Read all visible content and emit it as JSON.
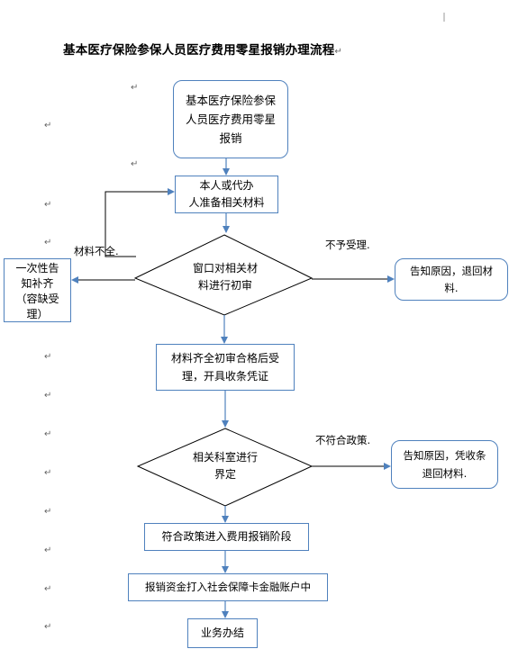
{
  "title": "基本医疗保险参保人员医疗费用零星报销办理流程",
  "para_mark": "↵",
  "nodes": {
    "start": "基本医疗保险参保\n人员医疗费用零星\n报销",
    "prepare": "本人或代办\n人准备相关材料",
    "window_review": "窗口对相关材\n料进行初审",
    "one_time_notice": "一次性告\n知补齐\n（容缺受\n理）",
    "reject_return": "告知原因，退回材\n料.",
    "accept_receipt": "材料齐全初审合格后受\n理，开具收条凭证",
    "dept_judgement": "相关科室进行\n界定",
    "policy_return": "告知原因，凭收条\n退回材料.",
    "enter_reimburse": "符合政策进入费用报销阶段",
    "transfer_funds": "报销资金打入社会保障卡金融账户中",
    "finish": "业务办结"
  },
  "edge_labels": {
    "incomplete": "材料不全.",
    "not_accepted": "不予受理.",
    "not_compliant": "不符合政策."
  }
}
